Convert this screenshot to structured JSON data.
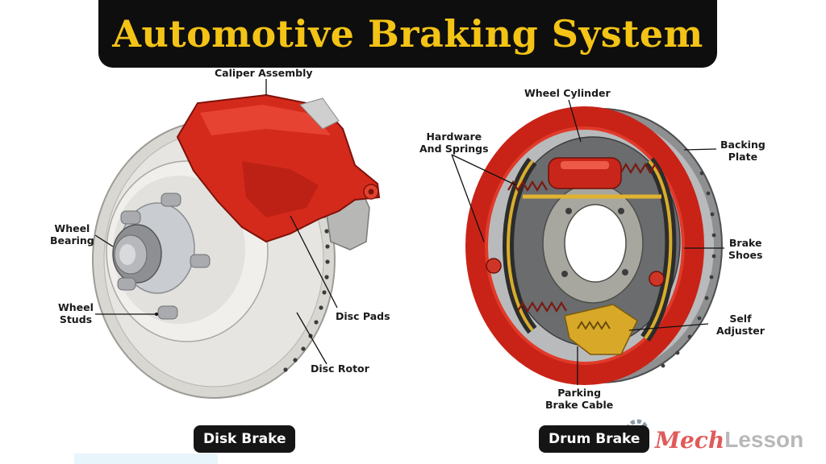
{
  "title": "Automotive Braking System",
  "disk_brake": {
    "caption": "Disk Brake",
    "labels": {
      "caliper": "Caliper Assembly",
      "wheel_bearing": "Wheel\nBearing",
      "wheel_studs": "Wheel\nStuds",
      "disc_pads": "Disc Pads",
      "disc_rotor": "Disc Rotor"
    }
  },
  "drum_brake": {
    "caption": "Drum Brake",
    "labels": {
      "wheel_cylinder": "Wheel Cylinder",
      "hardware_springs": "Hardware\nAnd Springs",
      "backing_plate": "Backing\nPlate",
      "brake_shoes": "Brake\nShoes",
      "self_adjuster": "Self\nAdjuster",
      "parking_cable": "Parking\nBrake Cable"
    }
  },
  "brand": {
    "part1": "Mech",
    "part2": "Lesson"
  },
  "colors": {
    "title_bg": "#0e0e0e",
    "title_text": "#f3c316",
    "caliper_red": "#d42a1c",
    "rotor_gray": "#d9d8d4"
  }
}
